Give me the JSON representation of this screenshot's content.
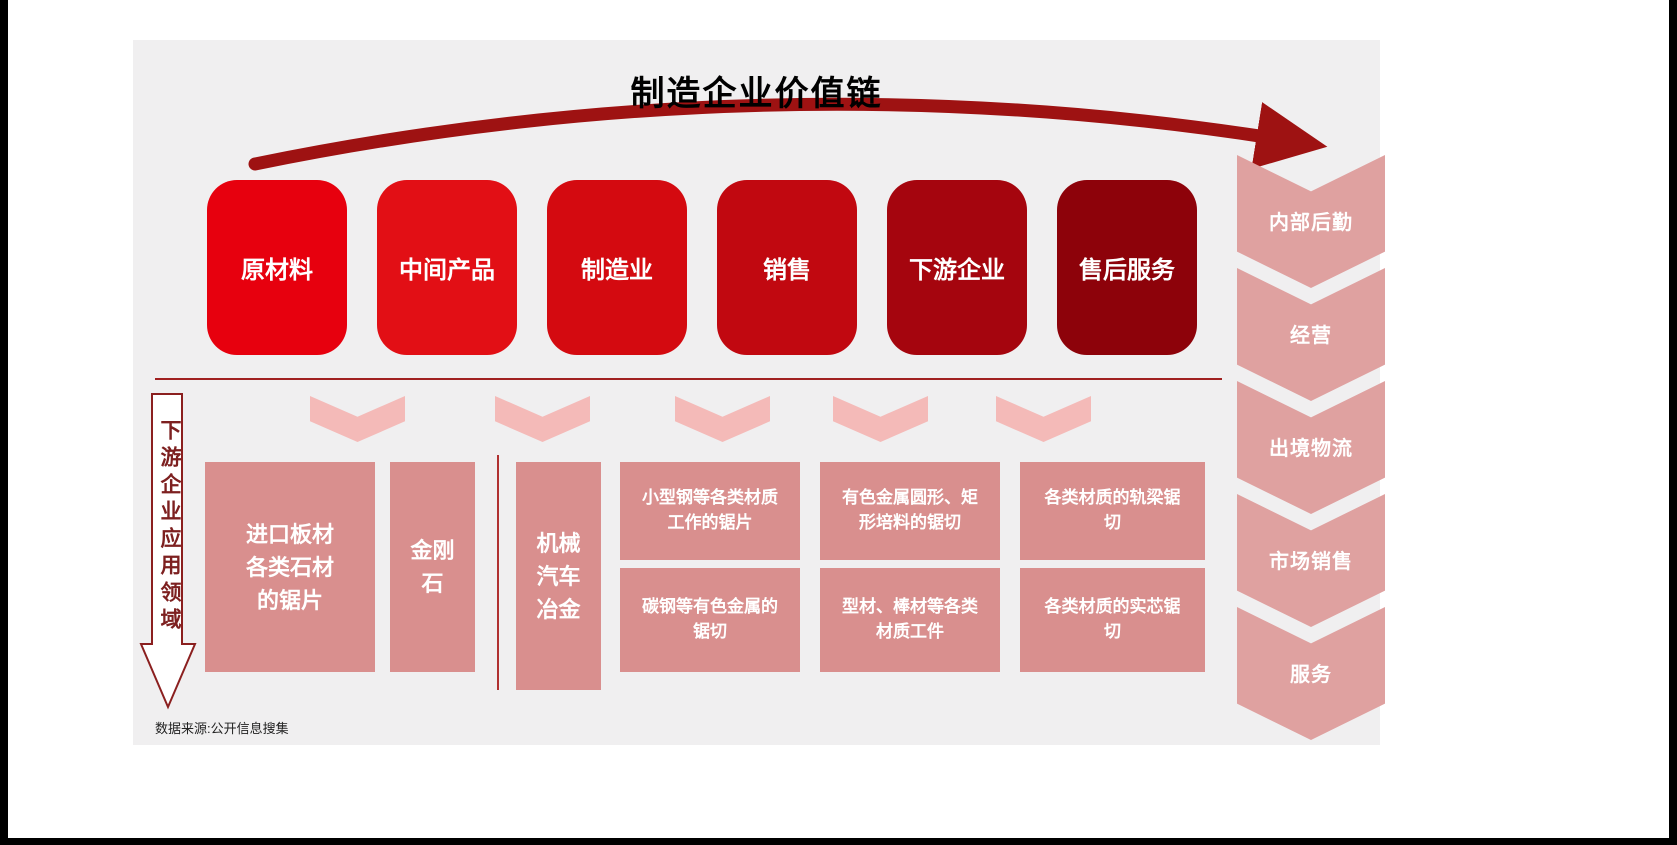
{
  "title": "制造企业价值链",
  "footer": "数据来源:公开信息搜集",
  "left_axis_label": "下游企业应用领域",
  "value_chain": [
    {
      "label": "原材料",
      "color": "#e7000e"
    },
    {
      "label": "中间产品",
      "color": "#e20f15"
    },
    {
      "label": "制造业",
      "color": "#d40a10"
    },
    {
      "label": "销售",
      "color": "#c10810"
    },
    {
      "label": "下游企业",
      "color": "#a5050e"
    },
    {
      "label": "售后服务",
      "color": "#8d020a"
    }
  ],
  "downstream": {
    "stone_column": {
      "main": "进口板材\n各类石材\n的锯片",
      "side": "金刚\n石"
    },
    "industry_column": {
      "main": "机械\n汽车\n冶金",
      "cells": [
        "小型钢等各类材质\n工作的锯片",
        "碳钢等有色金属的\n锯切",
        "有色金属圆形、矩\n形培料的锯切",
        "型材、棒材等各类\n材质工件",
        "各类材质的轨梁锯\n切",
        "各类材质的实芯锯\n切"
      ]
    }
  },
  "right_chain": [
    {
      "label": "内部后勤"
    },
    {
      "label": "经营"
    },
    {
      "label": "出境物流"
    },
    {
      "label": "市场销售"
    },
    {
      "label": "服务"
    }
  ],
  "colors": {
    "panel_bg": "#f0eff0",
    "sweep_arrow": "#9e1212",
    "divider_line": "#a02020",
    "pink_box": "#d98f8e",
    "mini_chevron": "#f4bab8",
    "right_chevron": "#dfa1a0",
    "left_arrow_outline": "#8b1f1f",
    "left_arrow_text": "#7d2020"
  }
}
